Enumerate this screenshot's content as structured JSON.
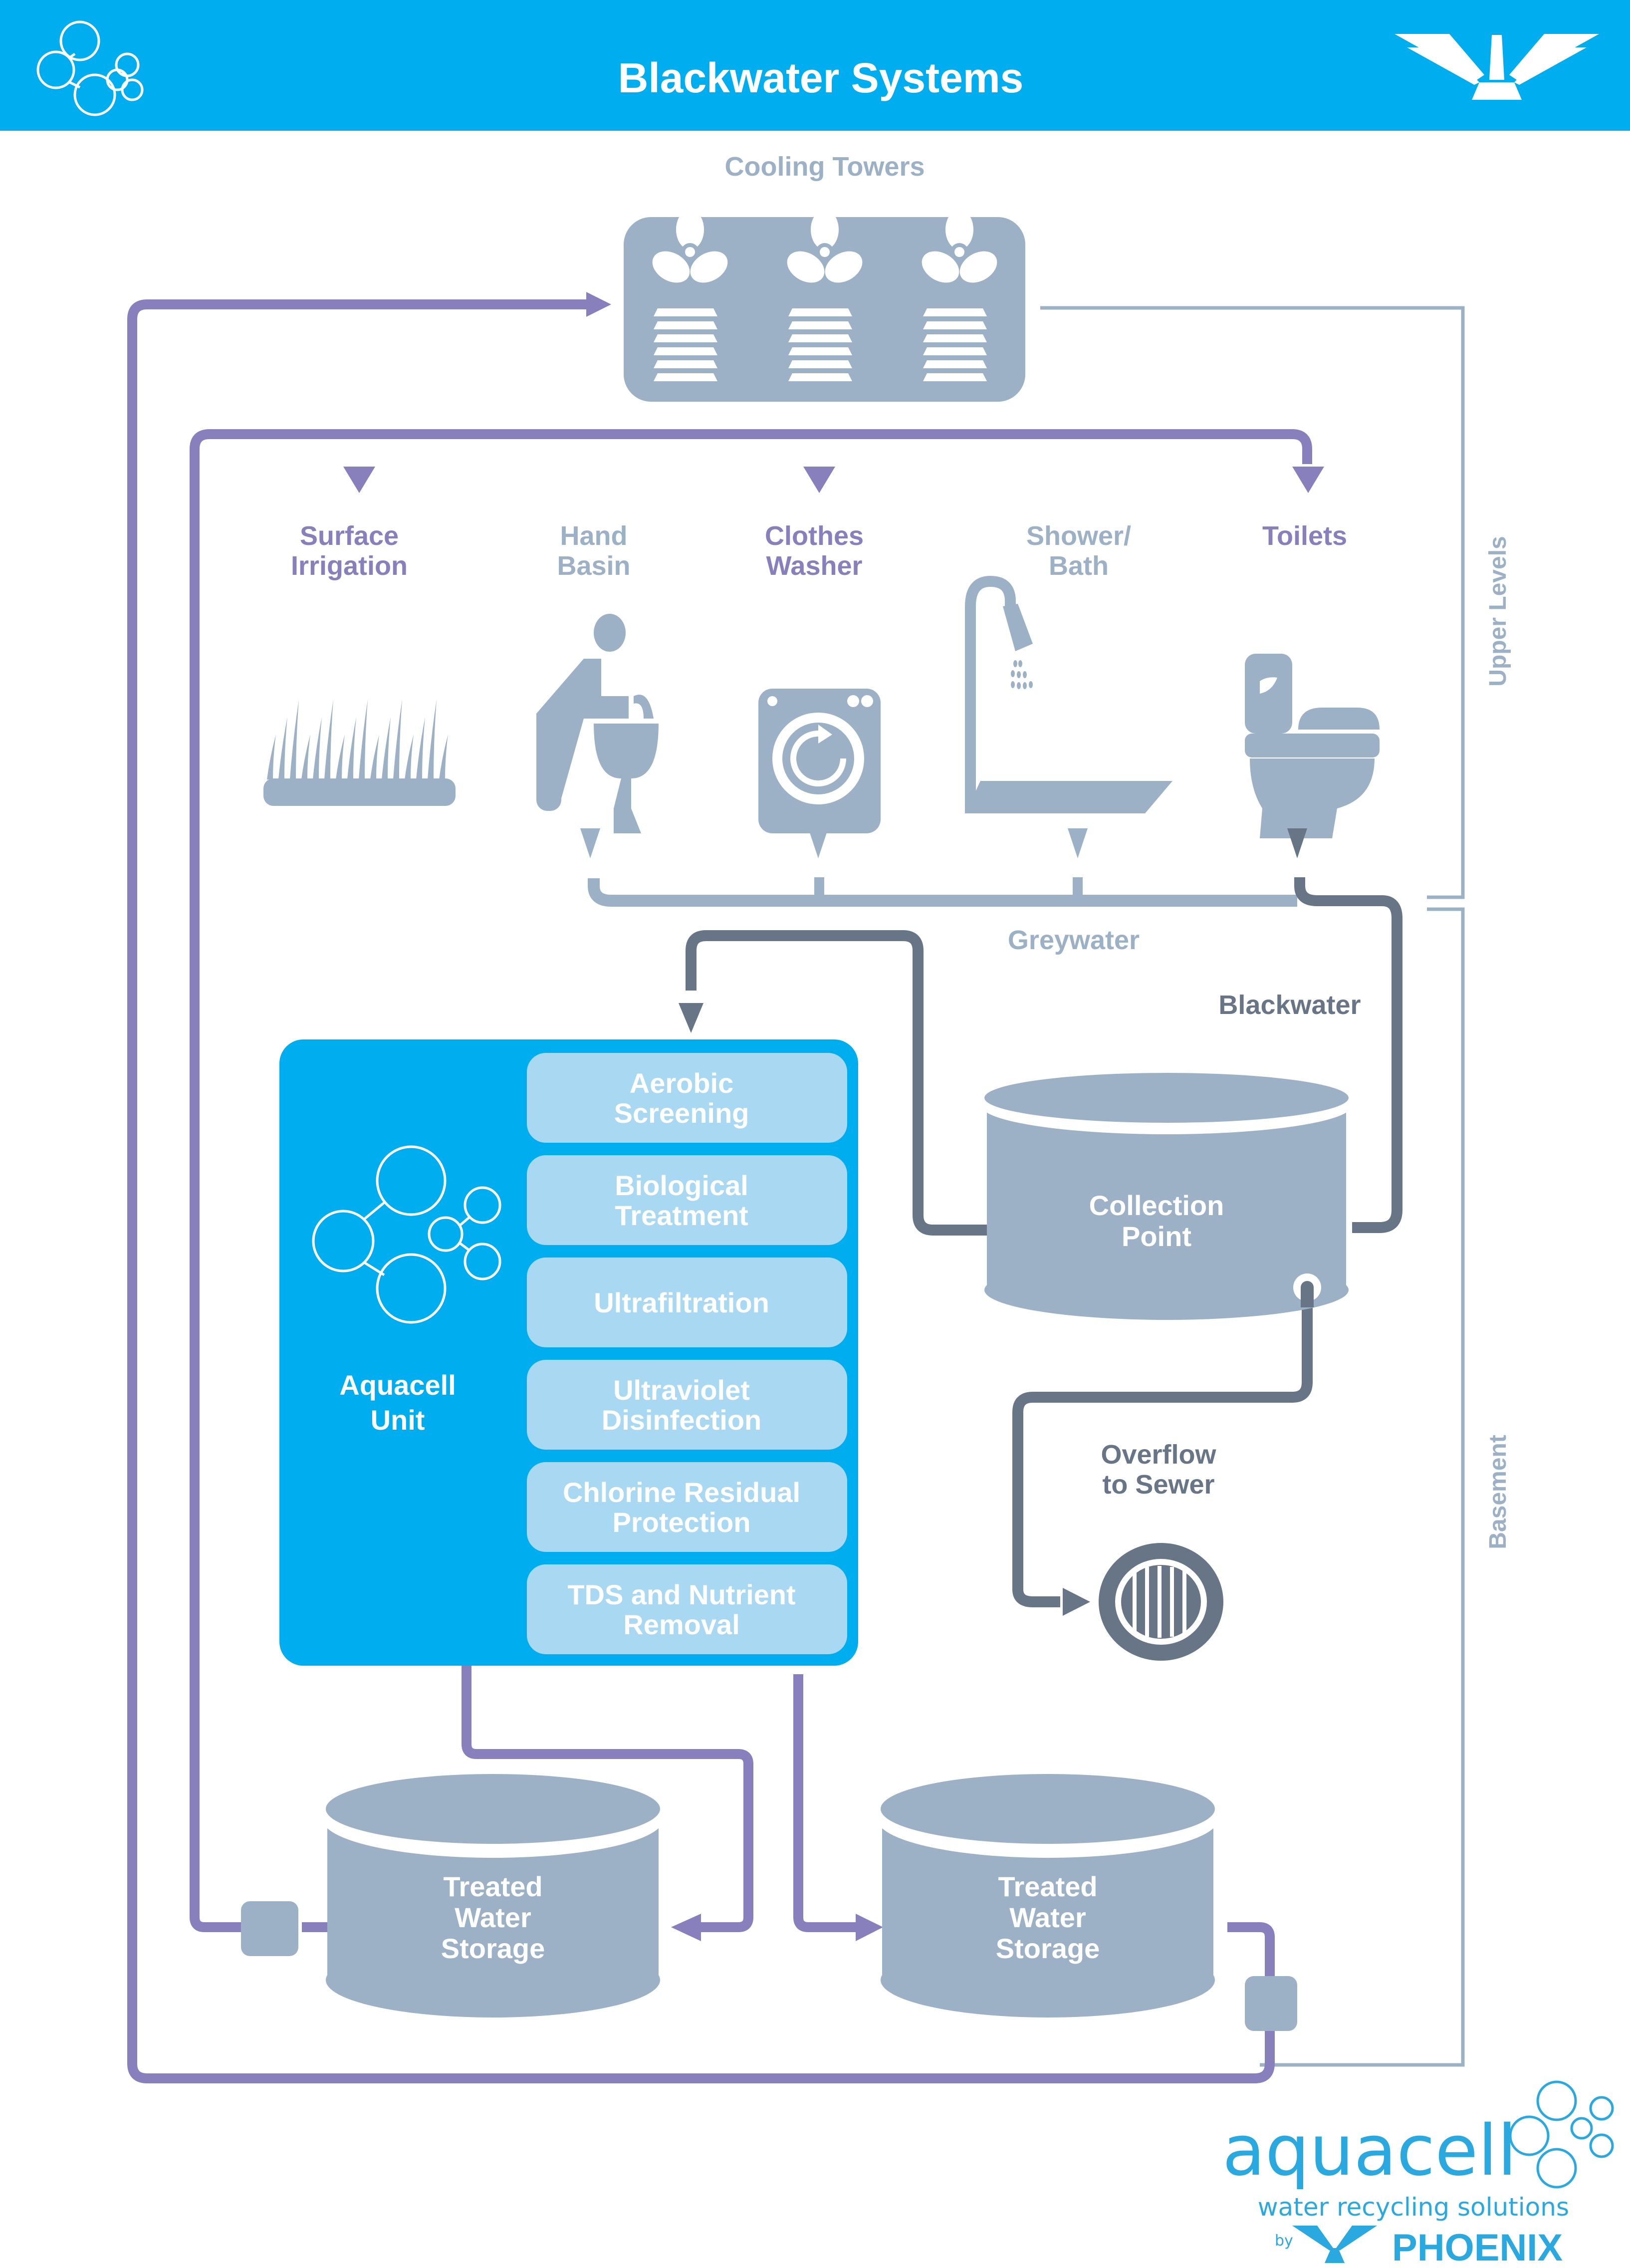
{
  "header": {
    "title": "Blackwater Systems",
    "background_color": "#00aeef",
    "left_icon": "molecule-icon",
    "right_icon": "phoenix-logo-icon"
  },
  "colors": {
    "purple_pipe": "#8880bd",
    "dark_pipe": "#677587",
    "grey_pipe": "#9cb0c6",
    "fixture_grey": "#9cb0c6",
    "aquacell_blue": "#00aeef",
    "stage_box": "#a9d8f2",
    "brand_blue": "#2aa8e0"
  },
  "cooling_towers": {
    "label": "Cooling Towers",
    "fan_count": 3
  },
  "fixtures": [
    {
      "id": "surface-irrigation",
      "lines": [
        "Surface",
        "Irrigation"
      ],
      "color": "purple",
      "icon": "grass-icon",
      "supply_arrow": true,
      "drain_arrow": false
    },
    {
      "id": "hand-basin",
      "lines": [
        "Hand",
        "Basin"
      ],
      "color": "grey",
      "icon": "hand-basin-icon",
      "supply_arrow": false,
      "drain_arrow": true
    },
    {
      "id": "clothes-washer",
      "lines": [
        "Clothes",
        "Washer"
      ],
      "color": "purple",
      "icon": "washing-machine-icon",
      "supply_arrow": true,
      "drain_arrow": true
    },
    {
      "id": "shower-bath",
      "lines": [
        "Shower/",
        "Bath"
      ],
      "color": "grey",
      "icon": "shower-icon",
      "supply_arrow": false,
      "drain_arrow": true
    },
    {
      "id": "toilets",
      "lines": [
        "Toilets"
      ],
      "color": "purple",
      "icon": "toilet-icon",
      "supply_arrow": true,
      "drain_arrow": true
    }
  ],
  "flows": {
    "greywater": "Greywater",
    "blackwater": "Blackwater"
  },
  "levels": {
    "upper": "Upper Levels",
    "basement": "Basement"
  },
  "aquacell_unit": {
    "label_lines": [
      "Aquacell",
      "Unit"
    ],
    "stages": [
      {
        "lines": [
          "Aerobic",
          "Screening"
        ]
      },
      {
        "lines": [
          "Biological",
          "Treatment"
        ]
      },
      {
        "lines": [
          "Ultrafiltration"
        ]
      },
      {
        "lines": [
          "Ultraviolet",
          "Disinfection"
        ]
      },
      {
        "lines": [
          "Chlorine Residual",
          "Protection"
        ]
      },
      {
        "lines": [
          "TDS and Nutrient",
          "Removal"
        ]
      }
    ]
  },
  "collection_point": {
    "lines": [
      "Collection",
      "Point"
    ]
  },
  "overflow": {
    "lines": [
      "Overflow",
      "to Sewer"
    ],
    "icon": "drain-grate-icon"
  },
  "storage_tanks": [
    {
      "lines": [
        "Treated",
        "Water",
        "Storage"
      ]
    },
    {
      "lines": [
        "Treated",
        "Water",
        "Storage"
      ]
    }
  ],
  "brand": {
    "wordmark": "aquacell",
    "tagline": "water recycling solutions",
    "by": "by",
    "company": "PHOENIX"
  }
}
